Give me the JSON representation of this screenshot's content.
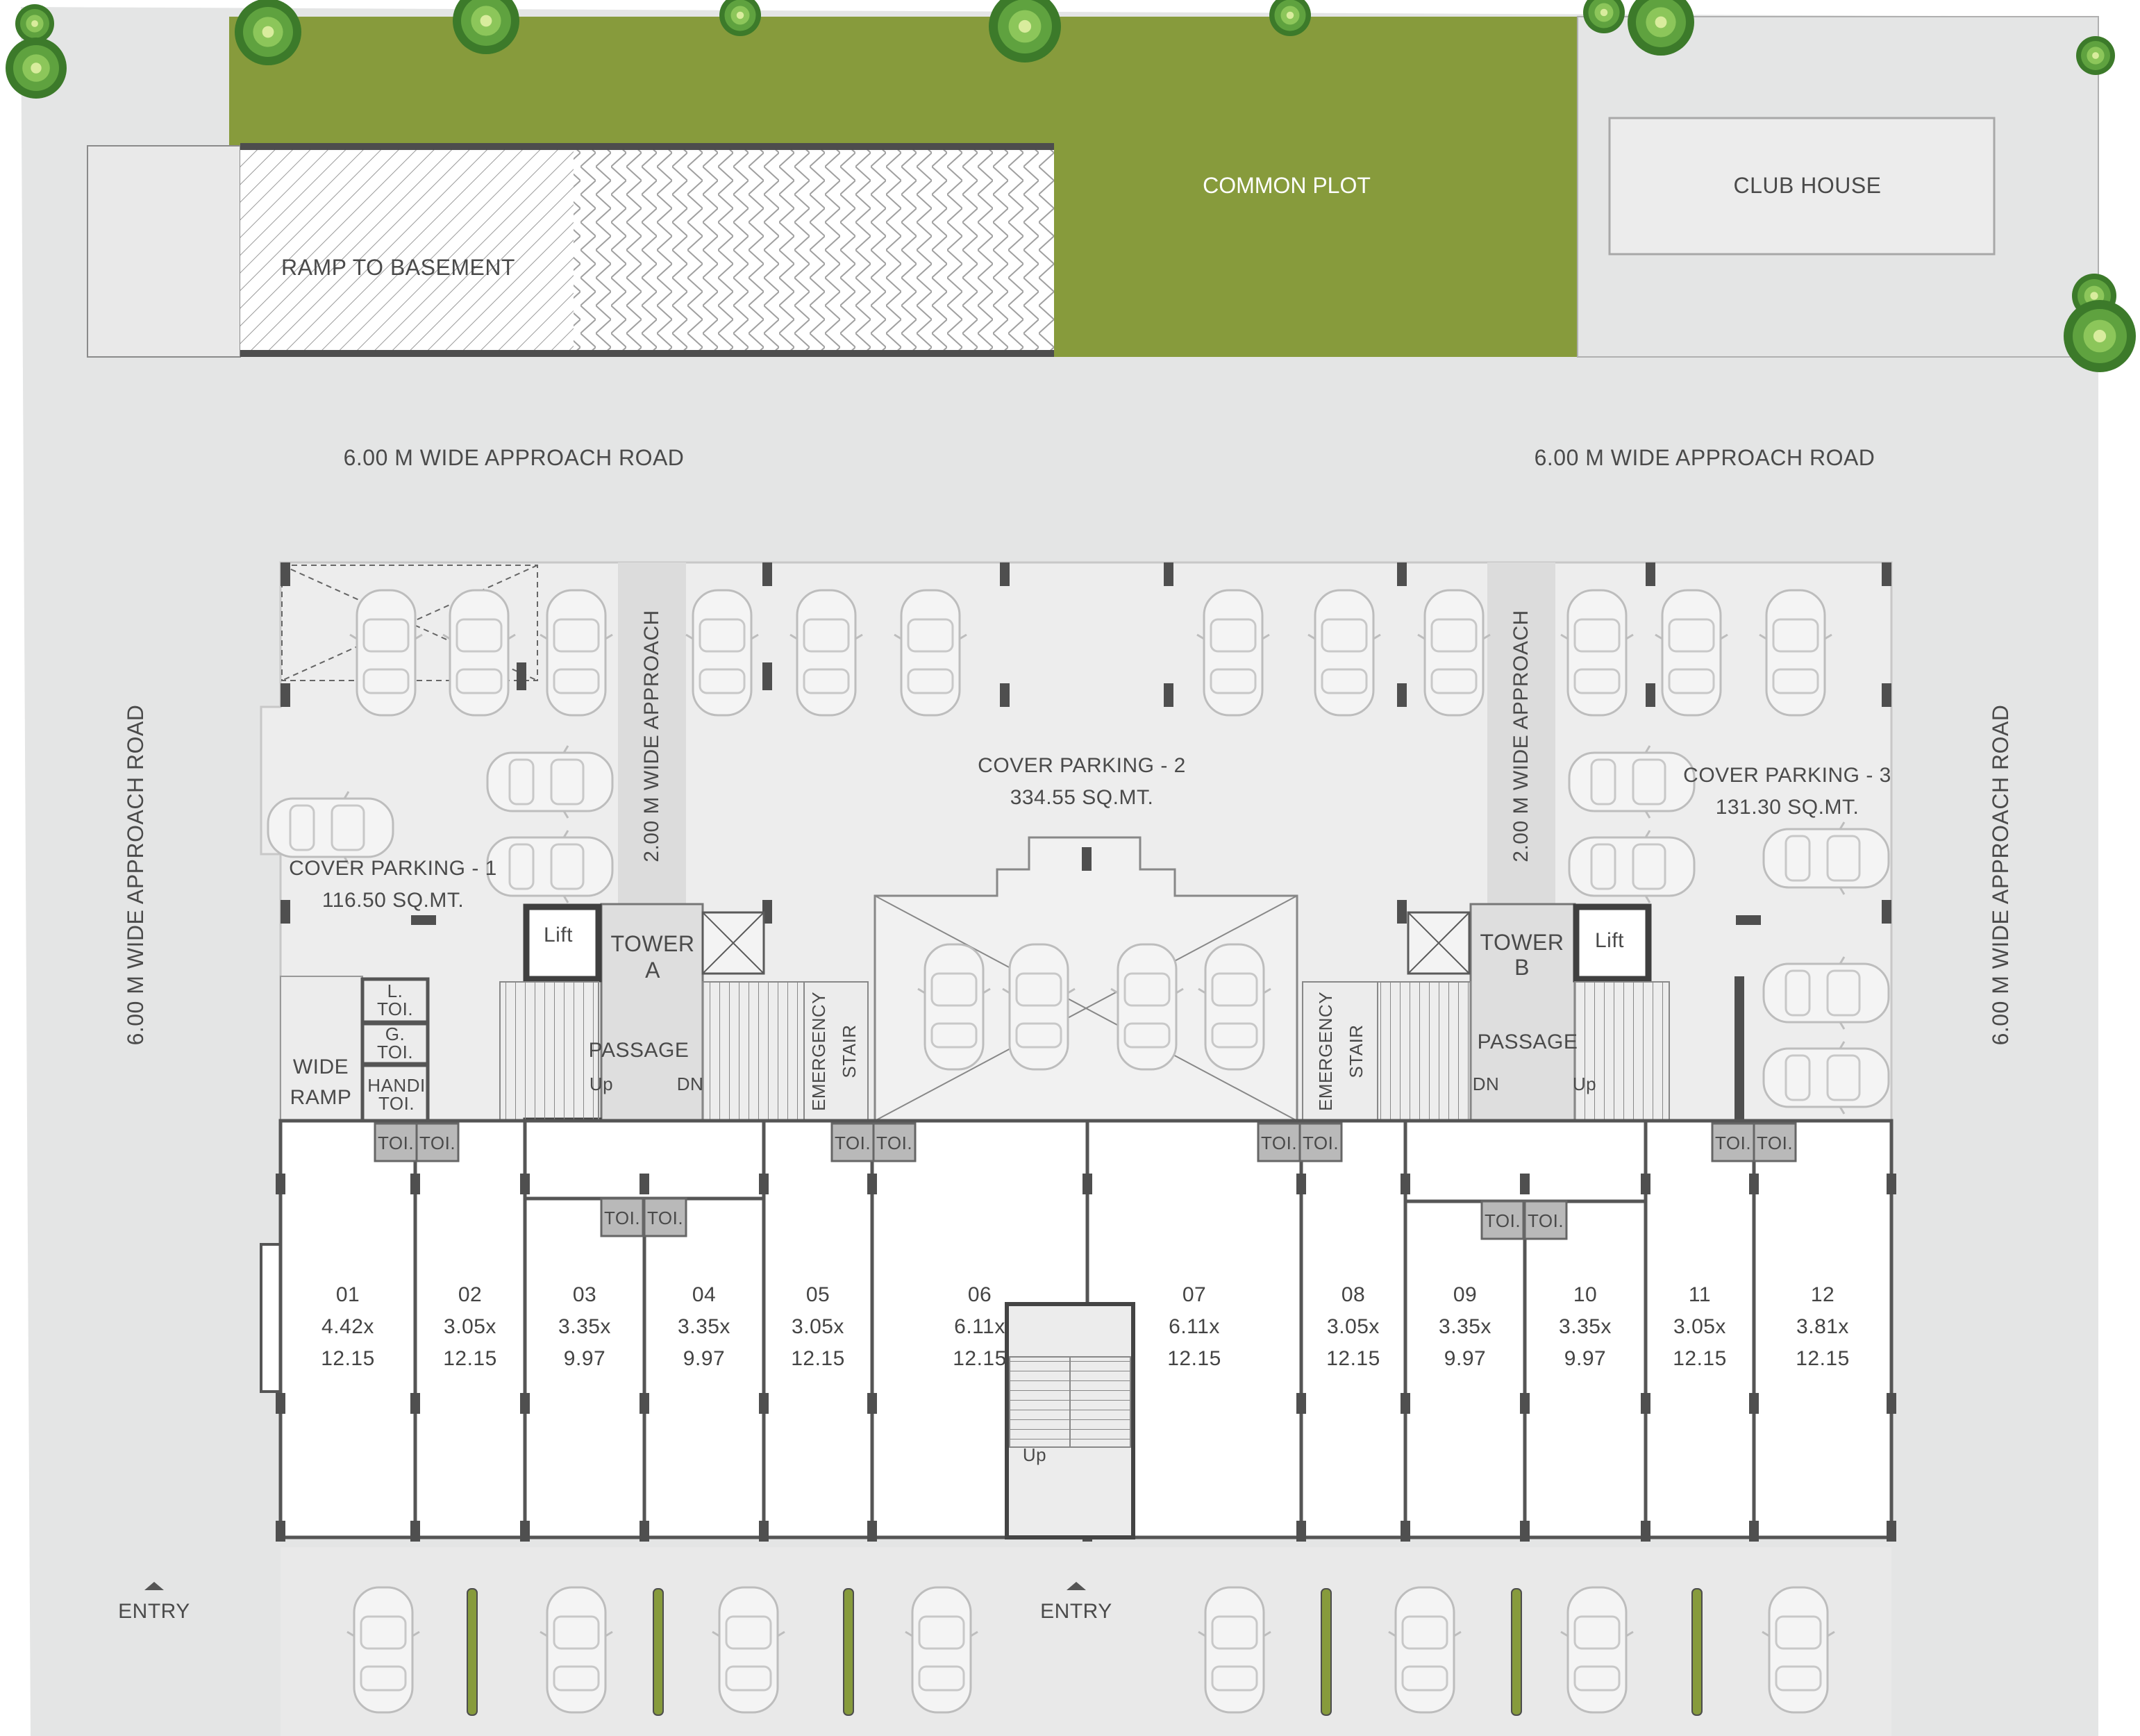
{
  "site": {
    "common_plot": "COMMON PLOT",
    "club_house": "CLUB HOUSE",
    "ramp_to_basement": "RAMP TO BASEMENT",
    "road_top_left": "6.00 M WIDE APPROACH ROAD",
    "road_top_right": "6.00 M WIDE APPROACH ROAD",
    "road_left": "6.00 M WIDE APPROACH ROAD",
    "road_right": "6.00 M WIDE APPROACH ROAD",
    "approach_a": "2.00 M WIDE APPROACH",
    "approach_b": "2.00 M WIDE APPROACH",
    "entry_left": "ENTRY",
    "entry_center": "ENTRY"
  },
  "parking": [
    {
      "name": "COVER PARKING - 1",
      "area": "116.50 SQ.MT."
    },
    {
      "name": "COVER PARKING - 2",
      "area": "334.55 SQ.MT."
    },
    {
      "name": "COVER PARKING - 3",
      "area": "131.30 SQ.MT."
    }
  ],
  "towers": {
    "a_line1": "TOWER",
    "a_line2": "A",
    "b_line1": "TOWER",
    "b_line2": "B"
  },
  "core": {
    "lift": "Lift",
    "passage": "PASSAGE",
    "up": "Up",
    "dn": "DN",
    "emergency": "EMERGENCY",
    "stair": "STAIR",
    "toilet": "TOI.",
    "l_toi_1": "L.",
    "l_toi_2": "TOI.",
    "g_toi_1": "G.",
    "g_toi_2": "TOI.",
    "h_toi_1": "HANDI",
    "h_toi_2": "TOI.",
    "wide": "WIDE",
    "ramp": "RAMP"
  },
  "units": [
    {
      "no": "01",
      "w": "4.42x",
      "d": "12.15"
    },
    {
      "no": "02",
      "w": "3.05x",
      "d": "12.15"
    },
    {
      "no": "03",
      "w": "3.35x",
      "d": "9.97"
    },
    {
      "no": "04",
      "w": "3.35x",
      "d": "9.97"
    },
    {
      "no": "05",
      "w": "3.05x",
      "d": "12.15"
    },
    {
      "no": "06",
      "w": "6.11x",
      "d": "12.15"
    },
    {
      "no": "07",
      "w": "6.11x",
      "d": "12.15"
    },
    {
      "no": "08",
      "w": "3.05x",
      "d": "12.15"
    },
    {
      "no": "09",
      "w": "3.35x",
      "d": "9.97"
    },
    {
      "no": "10",
      "w": "3.35x",
      "d": "9.97"
    },
    {
      "no": "11",
      "w": "3.05x",
      "d": "12.15"
    },
    {
      "no": "12",
      "w": "3.81x",
      "d": "12.15"
    }
  ],
  "colors": {
    "green": "#879b3c",
    "road": "#e4e5e5",
    "slab": "#ededed",
    "wall": "#555555",
    "toilet": "#b9b9b9"
  }
}
